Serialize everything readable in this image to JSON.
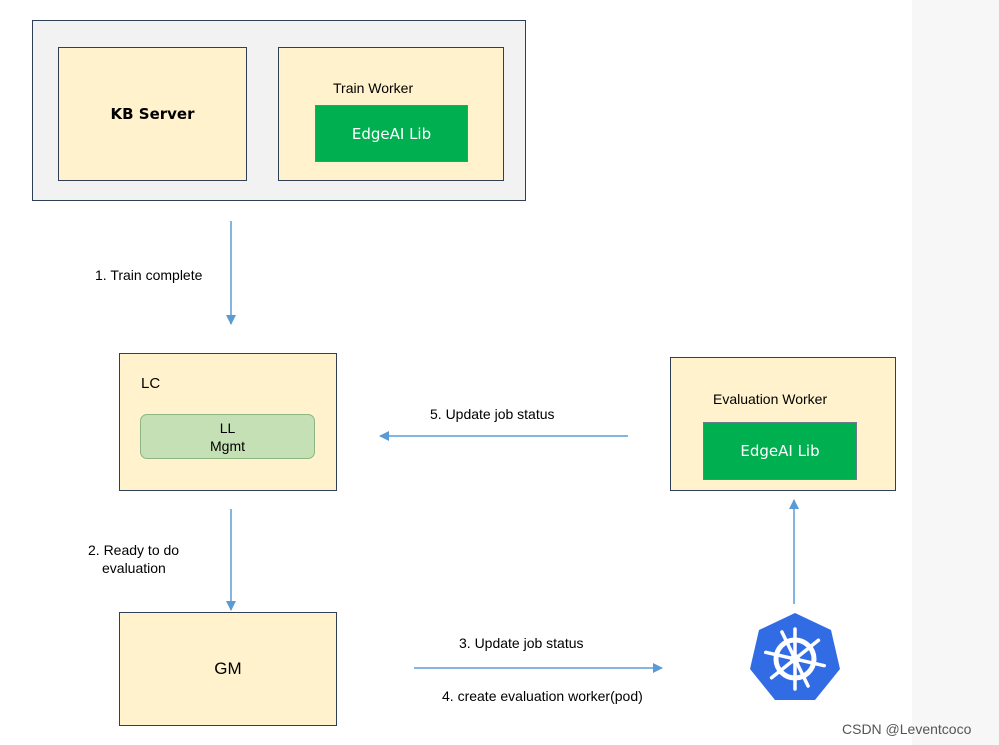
{
  "kb_group": {
    "kb_server": "KB Server",
    "train_worker": {
      "title": "Train Worker",
      "lib": "EdgeAI Lib"
    }
  },
  "lc": {
    "title": "LC",
    "ll_mgmt_line1": "LL",
    "ll_mgmt_line2": "Mgmt"
  },
  "gm": {
    "title": "GM"
  },
  "eval_worker": {
    "title": "Evaluation Worker",
    "lib": "EdgeAI Lib"
  },
  "steps": {
    "s1": "1. Train complete",
    "s2_line1": "2. Ready to do",
    "s2_line2": "evaluation",
    "s3": "3. Update job status",
    "s4": "4. create evaluation worker(pod)",
    "s5": "5. Update job status"
  },
  "watermark": "CSDN @Leventcoco",
  "colors": {
    "arrow": "#5b9bd5",
    "box_fill": "#fff2cc",
    "lib_fill": "#00b050",
    "mgmt_fill": "#c5e0b4",
    "k8s_blue": "#326ce5"
  }
}
